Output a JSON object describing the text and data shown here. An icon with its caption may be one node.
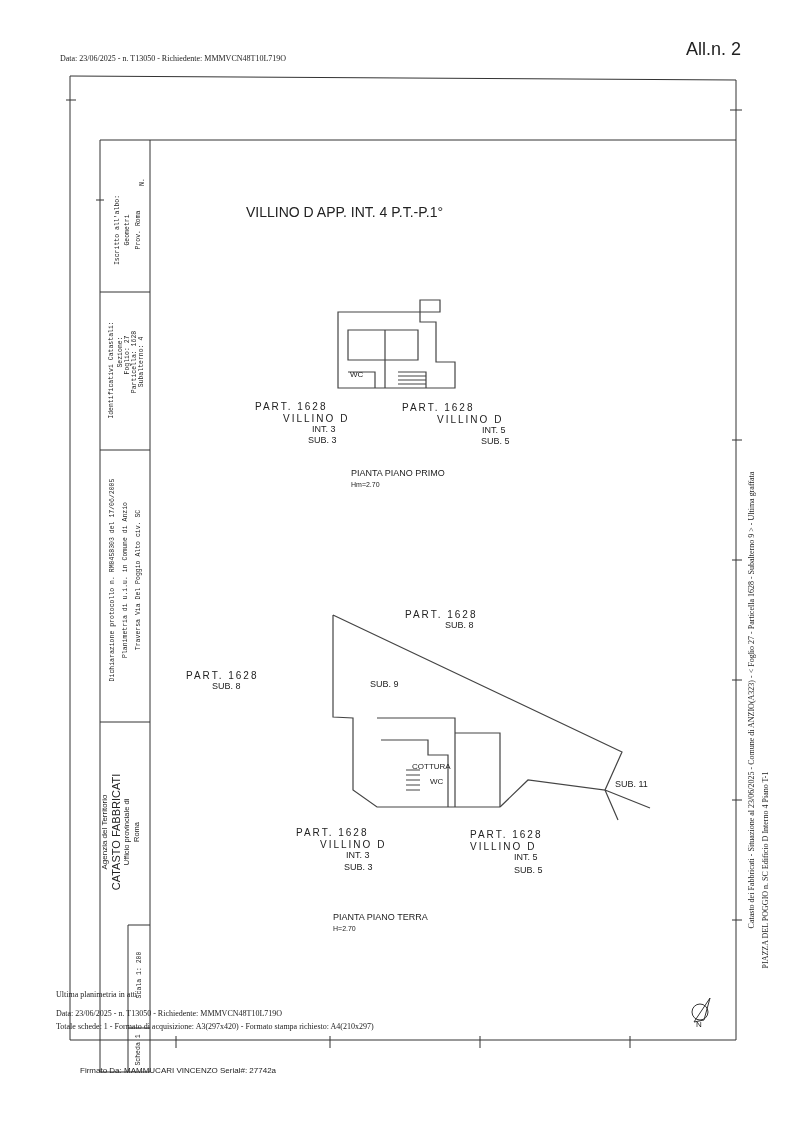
{
  "diagram": {
    "title": "VILLINO D APP. INT. 4 P.T.-P.1°",
    "labels": [
      "All.n. 2",
      "Data: 23/06/2025 - n. T13050 - Richiedente: MMMVCN48T10L719O",
      "Iscritto all'albo:",
      "Geometri",
      "Prov. Roma",
      "N.",
      "Identificativi Catastali:",
      "Sezione:",
      "Foglio: 27",
      "Particella: 1628",
      "Subalterno: 4",
      "Dichiarazione protocollo n. RM0458303 del 17/06/2005",
      "Planimetria di u.i.u. in Comune di Anzio",
      "Traversa Via Del Poggio Alto civ. SC",
      "Agenzia del Territorio",
      "CATASTO FABBRICATI",
      "Ufficio provinciale di",
      "Roma",
      "Scala 1: 200",
      "Scheda 1",
      "PART. 1628",
      "VILLINO D",
      "INT. 3",
      "SUB. 3",
      "PART. 1628",
      "VILLINO D",
      "INT. 5",
      "SUB. 5",
      "WC",
      "PIANTA PIANO PRIMO",
      "Hm=2.70",
      "PART. 1628",
      "SUB. 8",
      "PART. 1628",
      "SUB. 8",
      "SUB. 9",
      "COTTURA",
      "WC",
      "SUB. 11",
      "PART. 1628",
      "VILLINO D",
      "INT. 3",
      "SUB. 3",
      "PART. 1628",
      "VILLINO D",
      "INT. 5",
      "SUB. 5",
      "PIANTA PIANO TERRA",
      "H=2.70",
      "Catasto dei Fabbricati - Situazione al 23/06/2025 - Comune di ANZIO(A323) - < Foglio 27 - Particella 1628 - Subalterno 9 > - Ultima graffata",
      "PIAZZA DEL POGGIO n. SC Edificio D Interno 4 Piano T-1",
      "N",
      "Ultima planimetria in atti",
      "Data: 23/06/2025 - n. T13050 - Richiedente: MMMVCN48T10L719O",
      "Totale schede: 1 - Formato di acquisizione: A3(297x420) - Formato stampa richiesto: A4(210x297)",
      "Firmato Da: MAMMUCARI VINCENZO Serial#: 27742a"
    ]
  }
}
